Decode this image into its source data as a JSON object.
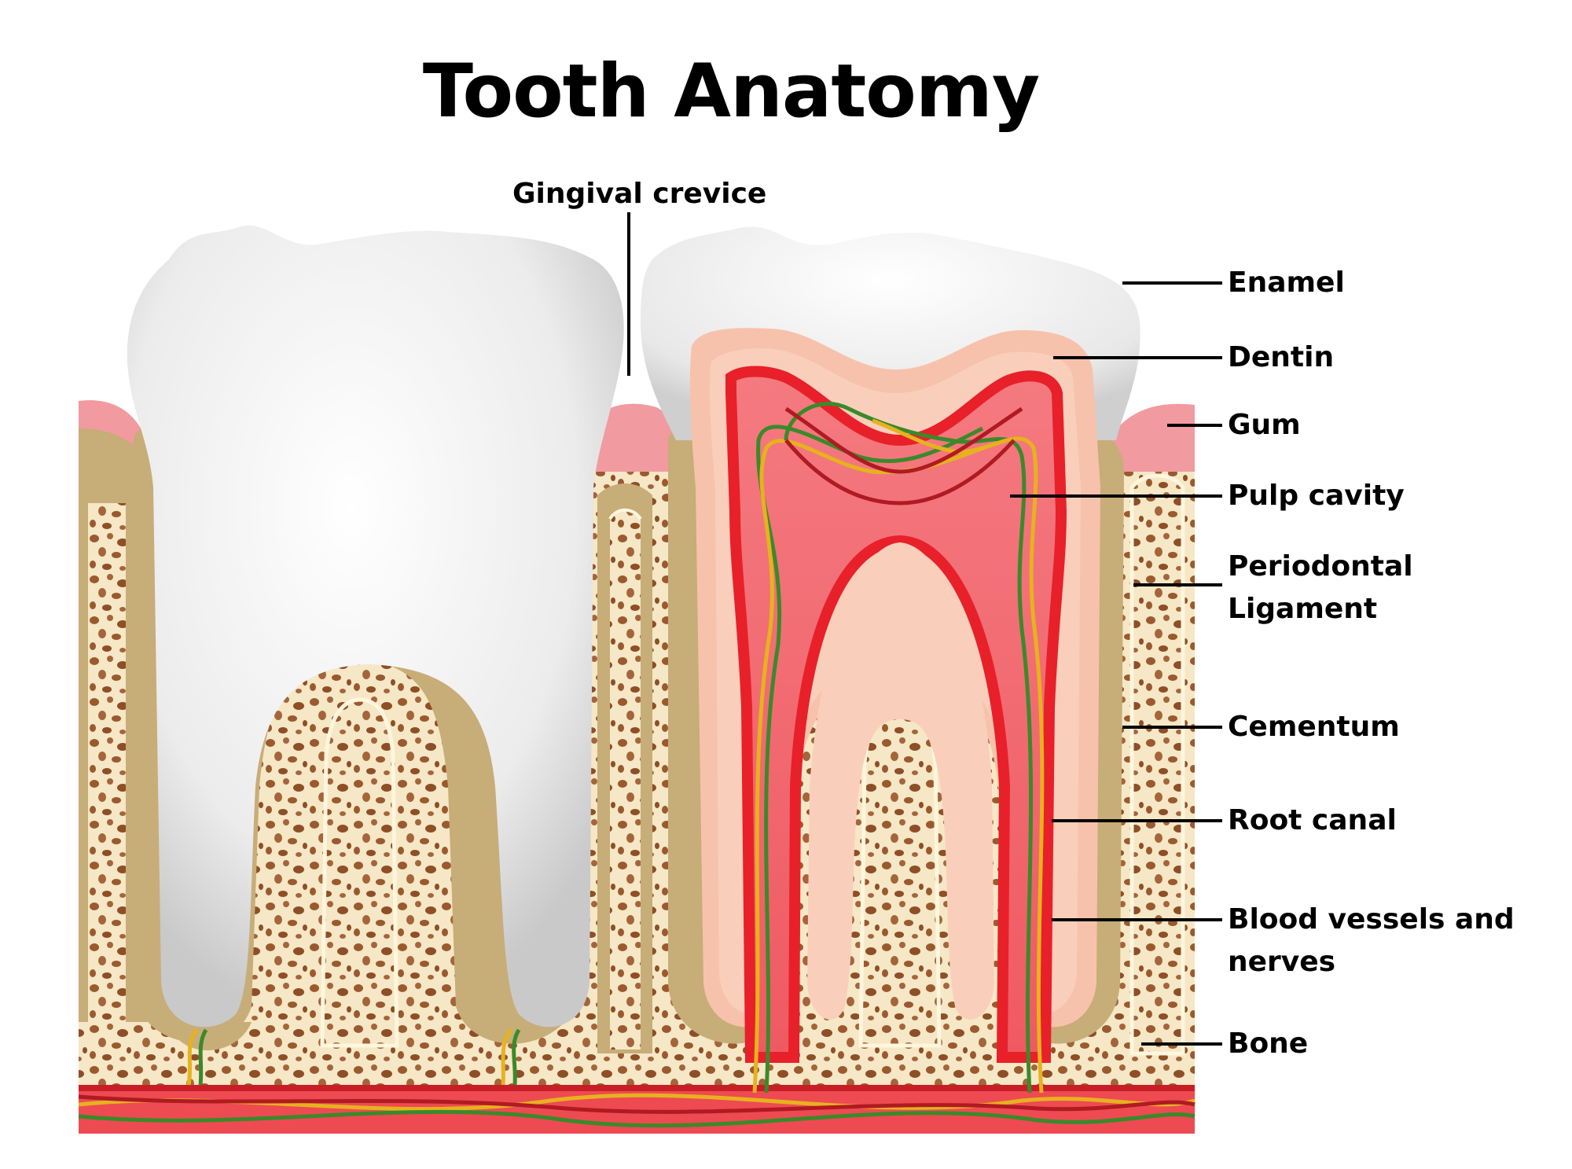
{
  "title": "Tooth Anatomy",
  "labels": {
    "gingival_crevice": "Gingival crevice",
    "enamel": "Enamel",
    "dentin": "Dentin",
    "gum": "Gum",
    "pulp_cavity": "Pulp cavity",
    "periodontal_1": "Periodontal",
    "periodontal_2": "Ligament",
    "cementum": "Cementum",
    "root_canal": "Root canal",
    "blood_1": "Blood vessels and",
    "blood_2": "nerves",
    "bone": "Bone"
  },
  "colors": {
    "enamel": "#f2f2f2",
    "dentin": "#f7c2ab",
    "pulp": "#e8202a",
    "pulp_light": "#f4828a",
    "gum": "#f19aa0",
    "cementum": "#c7ad78",
    "bone": "#f6e7c6",
    "bone_spots": "#9a5a2e",
    "nerve_green": "#3a8a2a",
    "nerve_yellow": "#e6b21e",
    "vessel_red": "#b01a22"
  }
}
